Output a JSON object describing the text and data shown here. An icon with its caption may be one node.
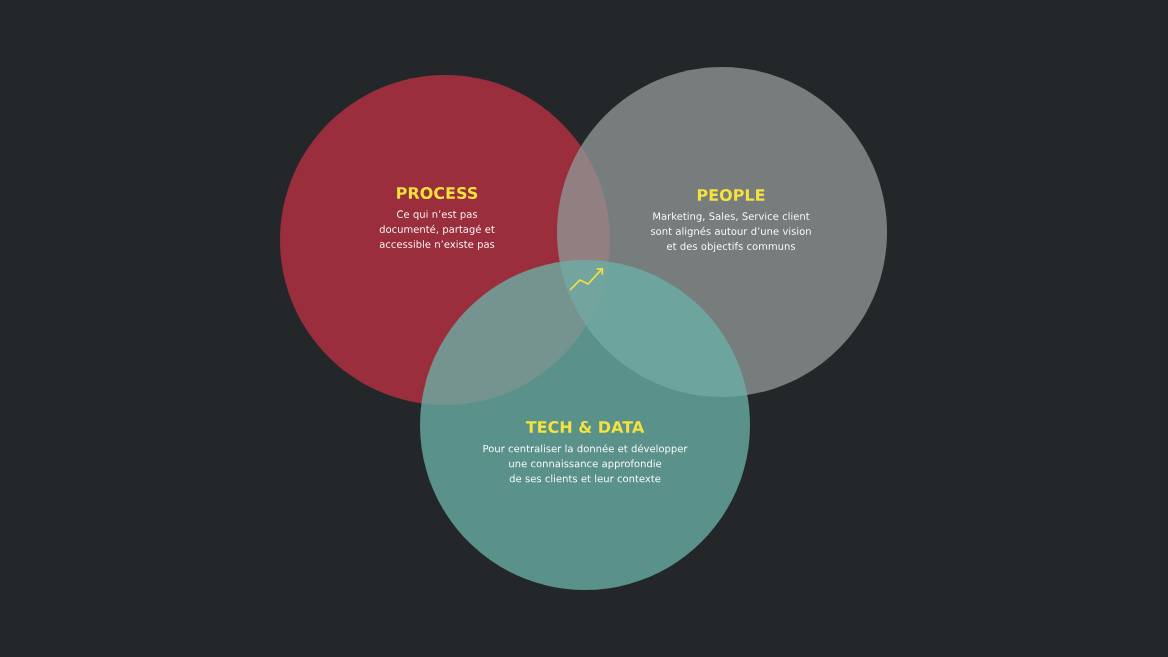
{
  "diagram": {
    "nodes": [
      {
        "text": [
          "PROCESS",
          "Ce qui n’est pas documenté, partagé et accessible n’existe pas"
        ]
      },
      {
        "text": [
          "PEOPLE",
          "Marketing, Sales, Service client sont alignés autour d’une vision et des objectifs communs"
        ]
      },
      {
        "text": [
          "TECH & DATA",
          "Pour centraliser la donnée et développer une connaissance approfondie de ses clients et leur contexte"
        ]
      }
    ]
  }
}
